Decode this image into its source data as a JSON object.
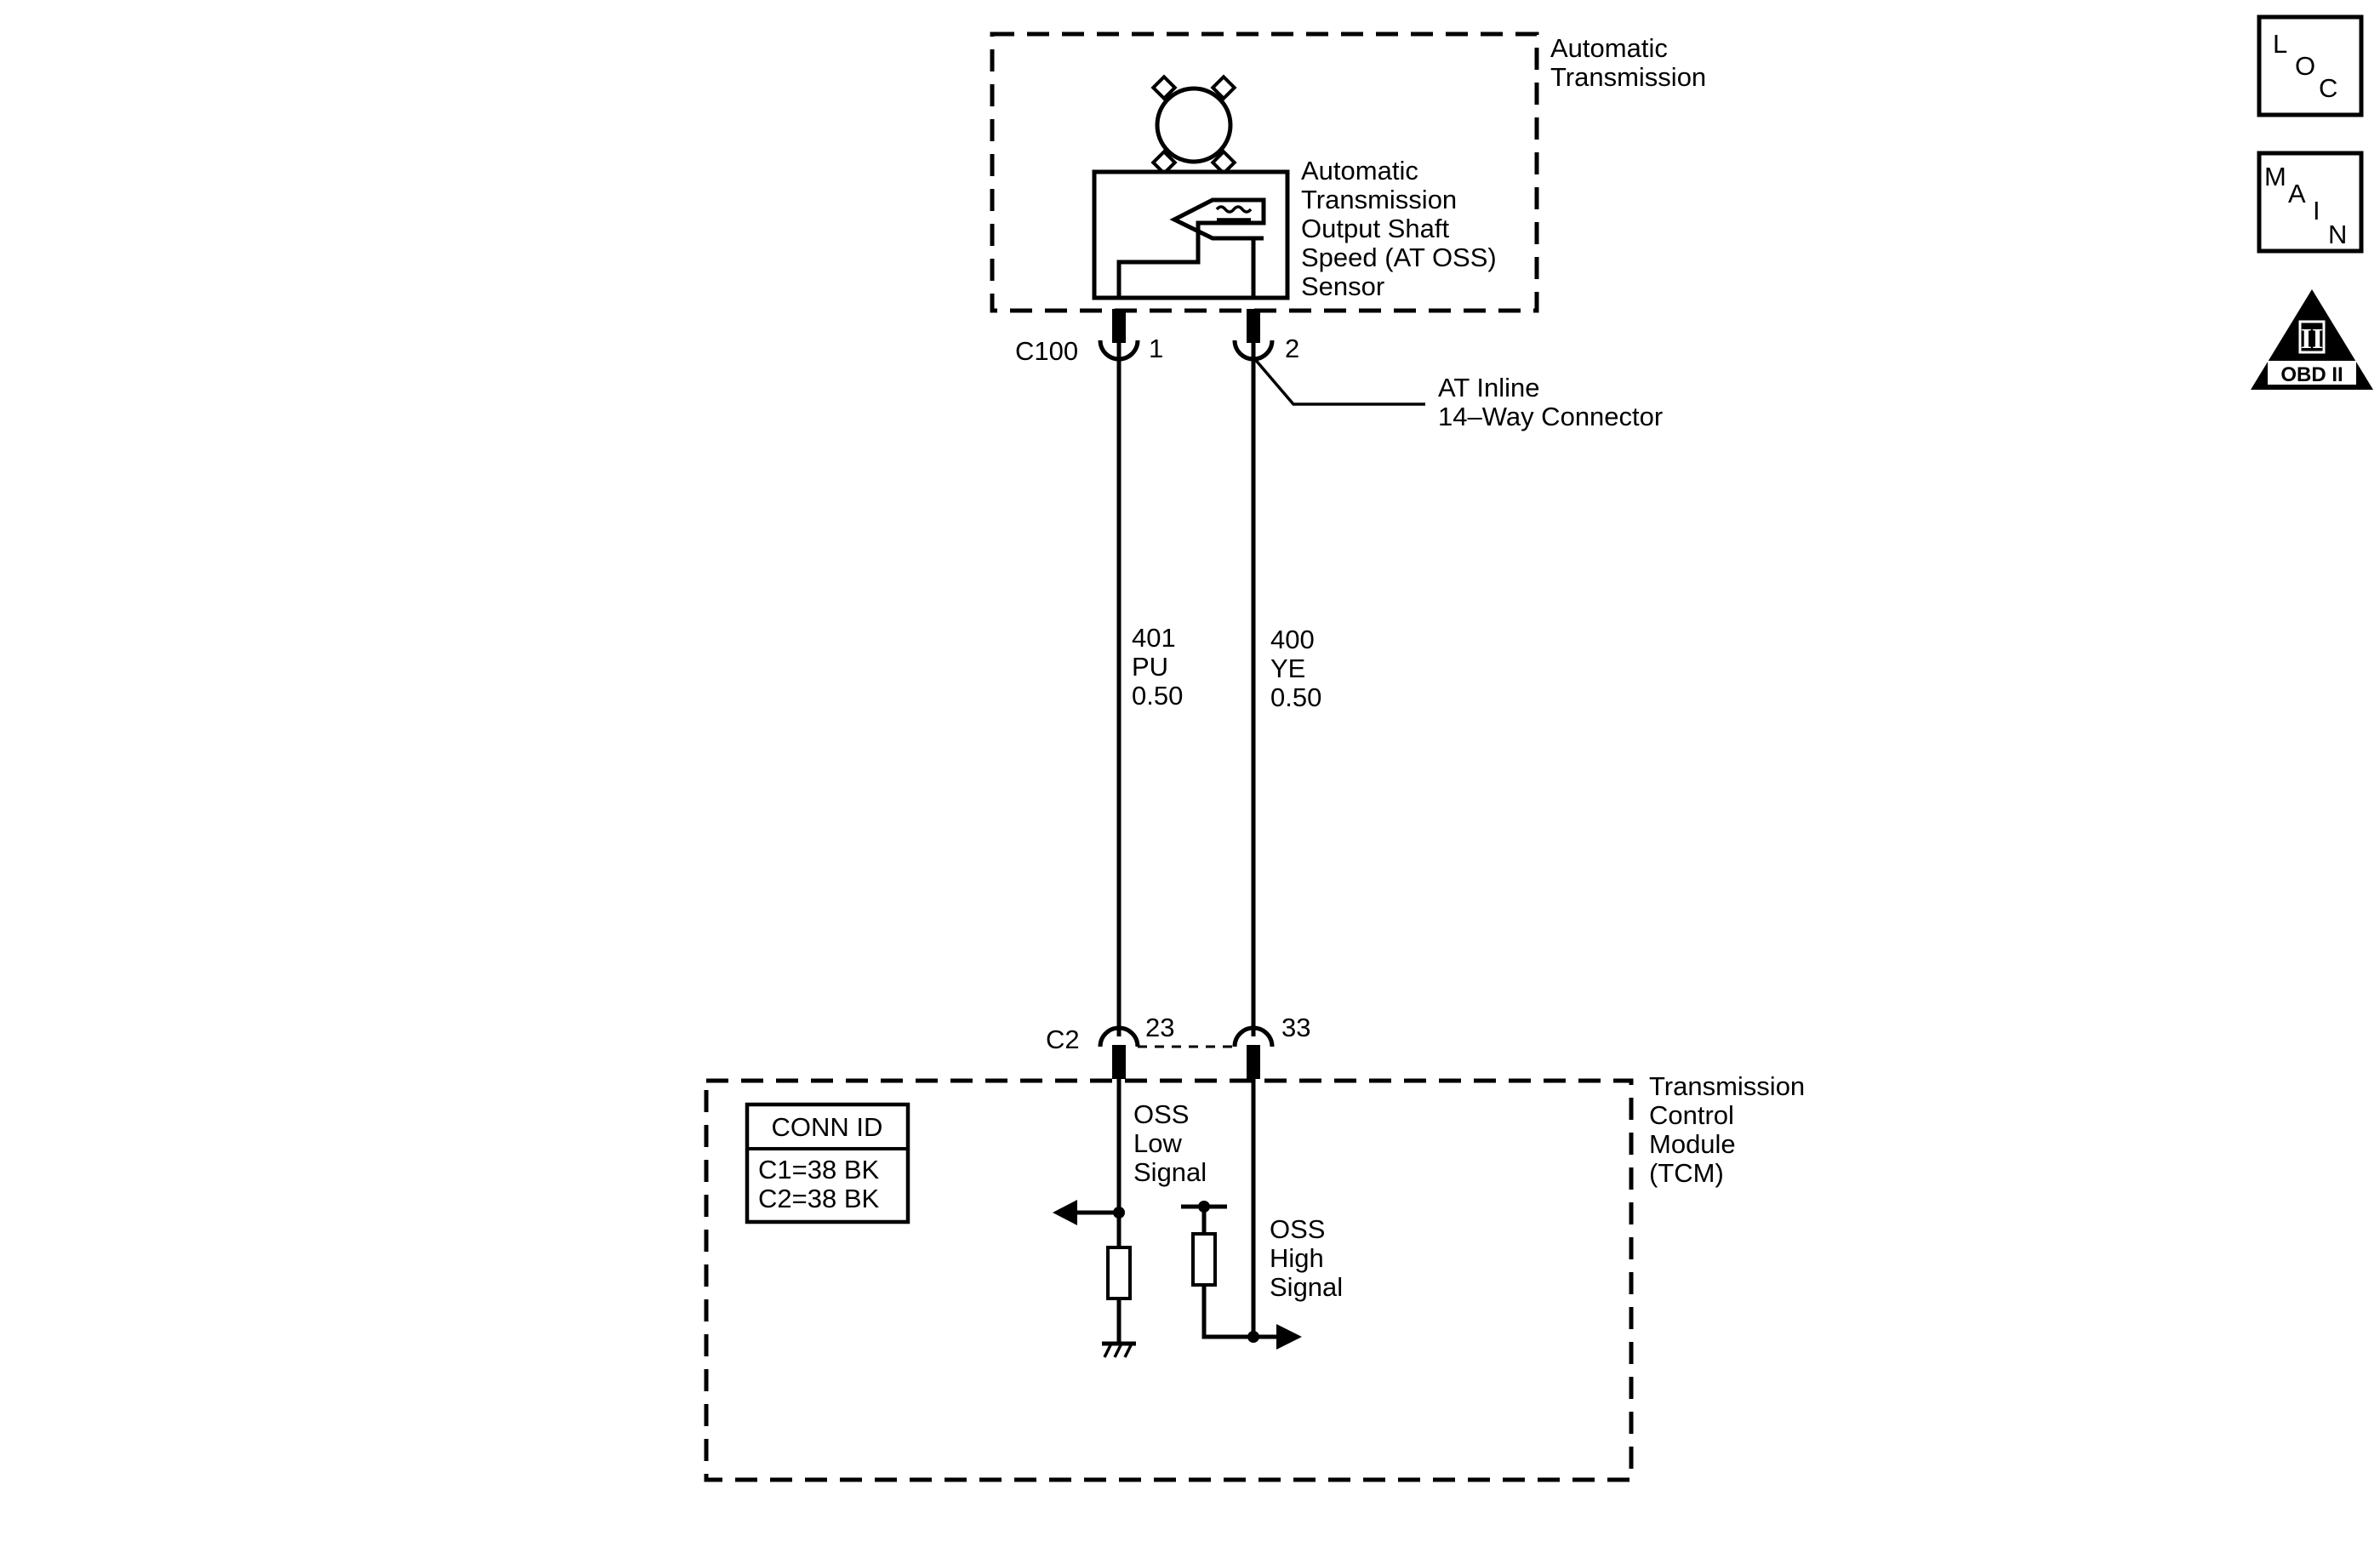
{
  "components": {
    "transmission_label": [
      "Automatic",
      "Transmission"
    ],
    "sensor_label": [
      "Automatic",
      "Transmission",
      "Output Shaft",
      "Speed (AT OSS)",
      "Sensor"
    ],
    "tcm_label": [
      "Transmission",
      "Control",
      "Module",
      "(TCM)"
    ]
  },
  "connectors": {
    "c100": {
      "name": "C100",
      "pin1": "1",
      "pin2": "2"
    },
    "inline_label": [
      "AT Inline",
      "14–Way Connector"
    ],
    "c2": {
      "name": "C2",
      "pin_a": "23",
      "pin_b": "33"
    }
  },
  "wires": {
    "left": [
      "401",
      "PU",
      "0.50"
    ],
    "right": [
      "400",
      "YE",
      "0.50"
    ]
  },
  "signals": {
    "low": [
      "OSS",
      "Low",
      "Signal"
    ],
    "high": [
      "OSS",
      "High",
      "Signal"
    ]
  },
  "conn_id": {
    "title": "CONN ID",
    "lines": [
      "C1=38 BK",
      "C2=38 BK"
    ]
  },
  "nav": {
    "loc": [
      "L",
      "O",
      "C"
    ],
    "main": [
      "M",
      "A",
      "I",
      "N"
    ],
    "obd": {
      "roman": "II",
      "text": "OBD II"
    }
  }
}
